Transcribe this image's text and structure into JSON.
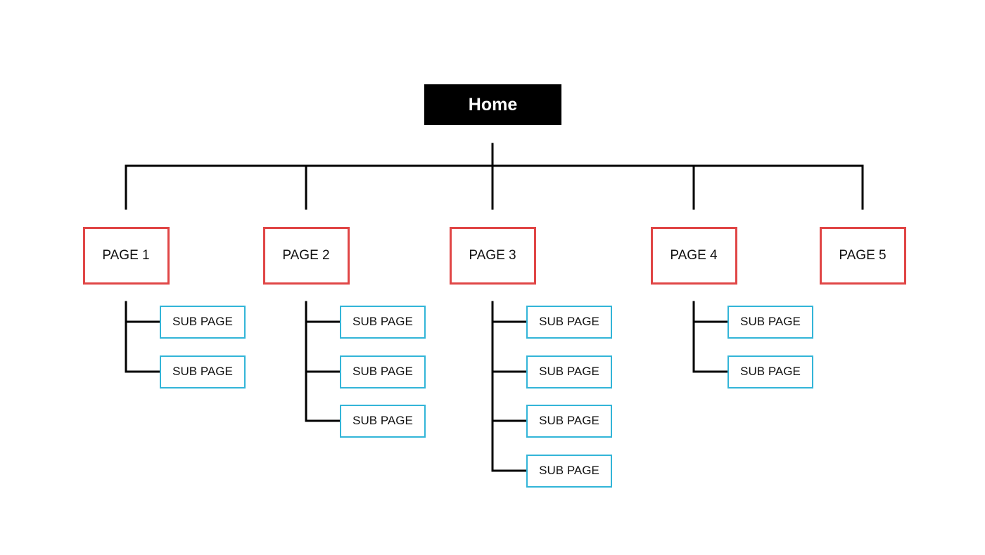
{
  "home": {
    "label": "Home"
  },
  "colors": {
    "page_border": "#e04646",
    "sub_border": "#33b5d8",
    "home_fill": "#000000",
    "connector": "#000000"
  },
  "pages": [
    {
      "label": "PAGE 1",
      "subpages": [
        "SUB PAGE",
        "SUB PAGE"
      ]
    },
    {
      "label": "PAGE 2",
      "subpages": [
        "SUB PAGE",
        "SUB PAGE",
        "SUB PAGE"
      ]
    },
    {
      "label": "PAGE 3",
      "subpages": [
        "SUB PAGE",
        "SUB PAGE",
        "SUB PAGE",
        "SUB PAGE"
      ]
    },
    {
      "label": "PAGE 4",
      "subpages": [
        "SUB PAGE",
        "SUB PAGE"
      ]
    },
    {
      "label": "PAGE 5",
      "subpages": []
    }
  ]
}
